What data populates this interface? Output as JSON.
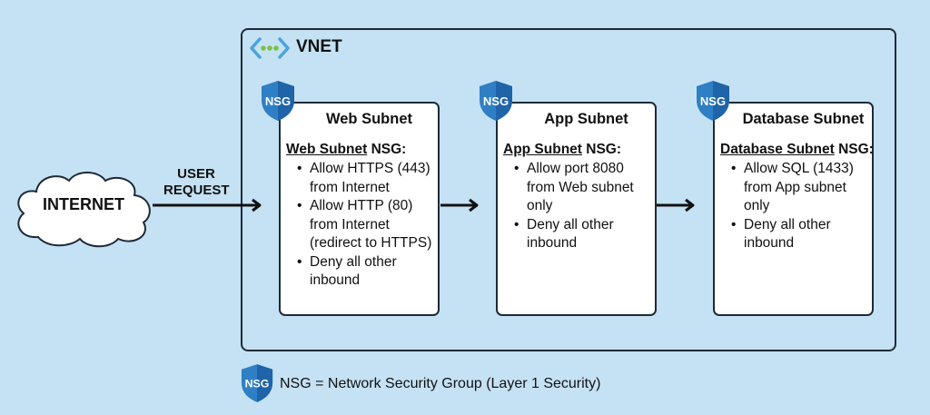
{
  "vnet": {
    "title": "VNET",
    "icon": "vnet-icon"
  },
  "internet": {
    "label": "INTERNET",
    "icon": "cloud-icon"
  },
  "request": {
    "line1": "USER",
    "line2": "REQUEST"
  },
  "nsg_badge": "NSG",
  "subnets": [
    {
      "title": "Web Subnet",
      "nsg_name": "Web Subnet",
      "nsg_suffix": " NSG:",
      "rules": [
        "Allow HTTPS (443) from Internet",
        "Allow HTTP (80) from Internet (redirect to HTTPS)",
        "Deny all other inbound"
      ]
    },
    {
      "title": "App Subnet",
      "nsg_name": "App Subnet",
      "nsg_suffix": " NSG:",
      "rules": [
        "Allow port 8080 from Web subnet only",
        "Deny all other inbound"
      ]
    },
    {
      "title": "Database Subnet",
      "nsg_name": "Database Subnet",
      "nsg_suffix": " NSG:",
      "rules": [
        "Allow SQL (1433) from App subnet only",
        "Deny all other inbound"
      ]
    }
  ],
  "legend": {
    "badge": "NSG",
    "text": "NSG = Network Security Group (Layer 1 Security)"
  },
  "colors": {
    "background": "#c5e2f4",
    "shield": "#2f7fc4",
    "vnet_dots": "#7cc242",
    "vnet_brackets": "#4aa3df"
  }
}
